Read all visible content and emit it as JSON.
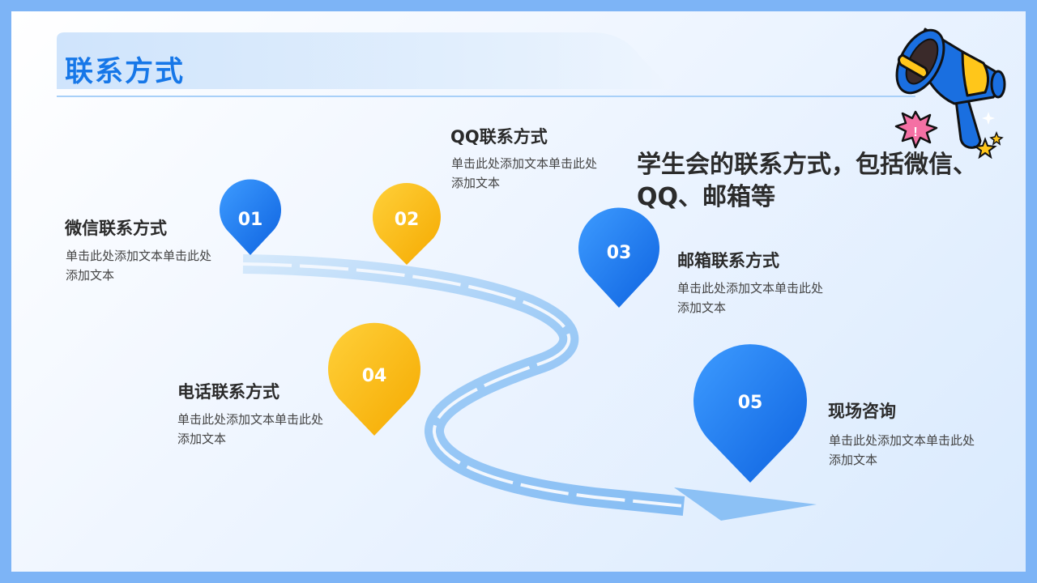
{
  "header": {
    "title": "联系方式"
  },
  "headline": "学生会的联系方式，包括微信、QQ、邮箱等",
  "steps": [
    {
      "num": "01",
      "title": "微信联系方式",
      "desc": "单击此处添加文本单击此处添加文本"
    },
    {
      "num": "02",
      "title": "QQ联系方式",
      "desc": "单击此处添加文本单击此处添加文本"
    },
    {
      "num": "03",
      "title": "邮箱联系方式",
      "desc": "单击此处添加文本单击此处添加文本"
    },
    {
      "num": "04",
      "title": "电话联系方式",
      "desc": "单击此处添加文本单击此处添加文本"
    },
    {
      "num": "05",
      "title": "现场咨询",
      "desc": "单击此处添加文本单击此处添加文本"
    }
  ],
  "megaphone_icon": {
    "alert_glyph": "!"
  },
  "colors": {
    "accent": "#1677e8",
    "blue_pin": "#1677e8",
    "yellow_pin": "#fdbd14",
    "road": "#9ccaf6",
    "frame": "#7db4f6"
  }
}
